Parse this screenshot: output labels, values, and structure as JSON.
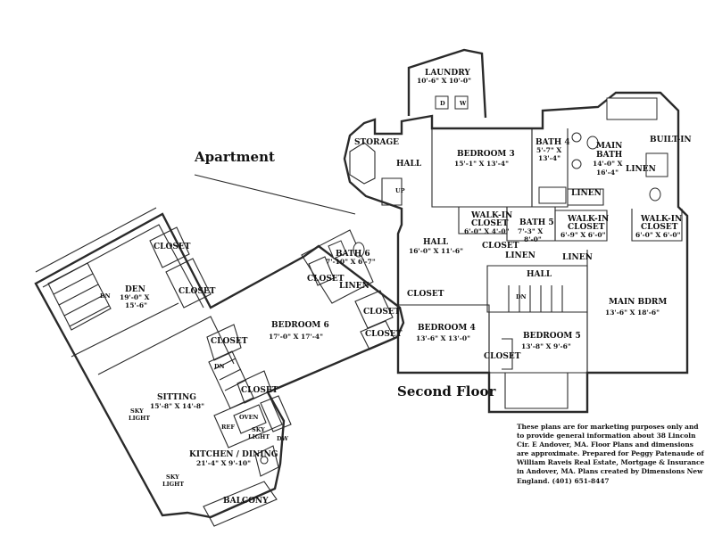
{
  "labels": {
    "apartment_title": "Apartment",
    "second_floor_title": "Second Floor",
    "disclaimer": "These plans are for marketing purposes only and to provide general information about 38 Lincoln Cir. E Andover, MA.  Floor Plans and dimensions are approximate.  Prepared for Peggy Patenaude of William Raveis Real Estate, Mortgage & Insurance in Andover, MA.  Plans created by Dimensions New England.  (401) 651-8447"
  },
  "rooms": {
    "laundry": {
      "name": "LAUNDRY",
      "dims": "10'-6\" X 10'-0\""
    },
    "bedroom3": {
      "name": "BEDROOM 3",
      "dims": "15'-1\" X 13'-4\""
    },
    "bath4": {
      "name": "BATH 4",
      "dims1": "5'-7\" X",
      "dims2": "13'-4\""
    },
    "main_bath": {
      "name1": "MAIN",
      "name2": "BATH",
      "dims1": "14'-0\" X",
      "dims2": "16'-4\""
    },
    "storage": {
      "name": "STORAGE"
    },
    "hall_top": {
      "name": "HALL"
    },
    "up": {
      "name": "UP"
    },
    "built_in": {
      "name": "BUILT-IN"
    },
    "linen_main": {
      "name": "LINEN"
    },
    "linen_mid": {
      "name": "LINEN"
    },
    "walkin_left": {
      "name1": "WALK-IN",
      "name2": "CLOSET",
      "dims": "6'-0\" X 4'-0\""
    },
    "bath5": {
      "name": "BATH 5",
      "dims1": "7'-3\" X",
      "dims2": "8'-0\""
    },
    "walkin_mid": {
      "name1": "WALK-IN",
      "name2": "CLOSET",
      "dims": "6'-9\" X 6'-0\""
    },
    "walkin_right": {
      "name1": "WALK-IN",
      "name2": "CLOSET",
      "dims": "6'-0\" X 6'-0\""
    },
    "hall_center": {
      "name": "HALL",
      "dims": "16'-0\" X 11'-6\""
    },
    "closet_b5": {
      "name": "CLOSET"
    },
    "linen_b5": {
      "name": "LINEN"
    },
    "linen_right": {
      "name": "LINEN"
    },
    "hall_lower": {
      "name": "HALL"
    },
    "dn_lower": {
      "name": "DN"
    },
    "main_bdrm": {
      "name": "MAIN BDRM",
      "dims": "13'-6\" X 18'-6\""
    },
    "bath6": {
      "name": "BATH 6",
      "dims": "7'-10\" X 6'-7\""
    },
    "closet_b6": {
      "name": "CLOSET"
    },
    "linen_b6": {
      "name": "LINEN"
    },
    "closet_hall": {
      "name": "CLOSET"
    },
    "bedroom4": {
      "name": "BEDROOM 4",
      "dims": "13'-6\" X 13'-0\""
    },
    "bedroom5": {
      "name": "BEDROOM 5",
      "dims": "13'-8\" X 9'-6\""
    },
    "closet_b5_lower": {
      "name": "CLOSET"
    },
    "bedroom6": {
      "name": "BEDROOM 6",
      "dims": "17'-0\" X 17'-4\""
    },
    "closet_b6_a": {
      "name": "CLOSET"
    },
    "closet_b6_b": {
      "name": "CLOSET"
    },
    "den": {
      "name": "DEN",
      "dims1": "19'-0\" X",
      "dims2": "15'-6\""
    },
    "dn_den": {
      "name": "DN"
    },
    "closet_den_a": {
      "name": "CLOSET"
    },
    "closet_den_b": {
      "name": "CLOSET"
    },
    "closet_apt_a": {
      "name": "CLOSET"
    },
    "closet_apt_b": {
      "name": "CLOSET"
    },
    "dn_apt": {
      "name": "DN"
    },
    "sitting": {
      "name": "SITTING",
      "dims": "15'-8\" X 14'-8\""
    },
    "skylight_a": {
      "name1": "SKY",
      "name2": "LIGHT"
    },
    "skylight_b": {
      "name1": "SKY",
      "name2": "LIGHT"
    },
    "skylight_c": {
      "name1": "SKY",
      "name2": "LIGHT"
    },
    "oven": {
      "name": "OVEN"
    },
    "ref": {
      "name": "REF"
    },
    "dw": {
      "name": "DW"
    },
    "kitchen": {
      "name": "KITCHEN / DINING",
      "dims": "21'-4\" X 9'-10\""
    },
    "balcony": {
      "name": "BALCONY"
    },
    "washer": {
      "name": "W"
    },
    "dryer": {
      "name": "D"
    }
  }
}
